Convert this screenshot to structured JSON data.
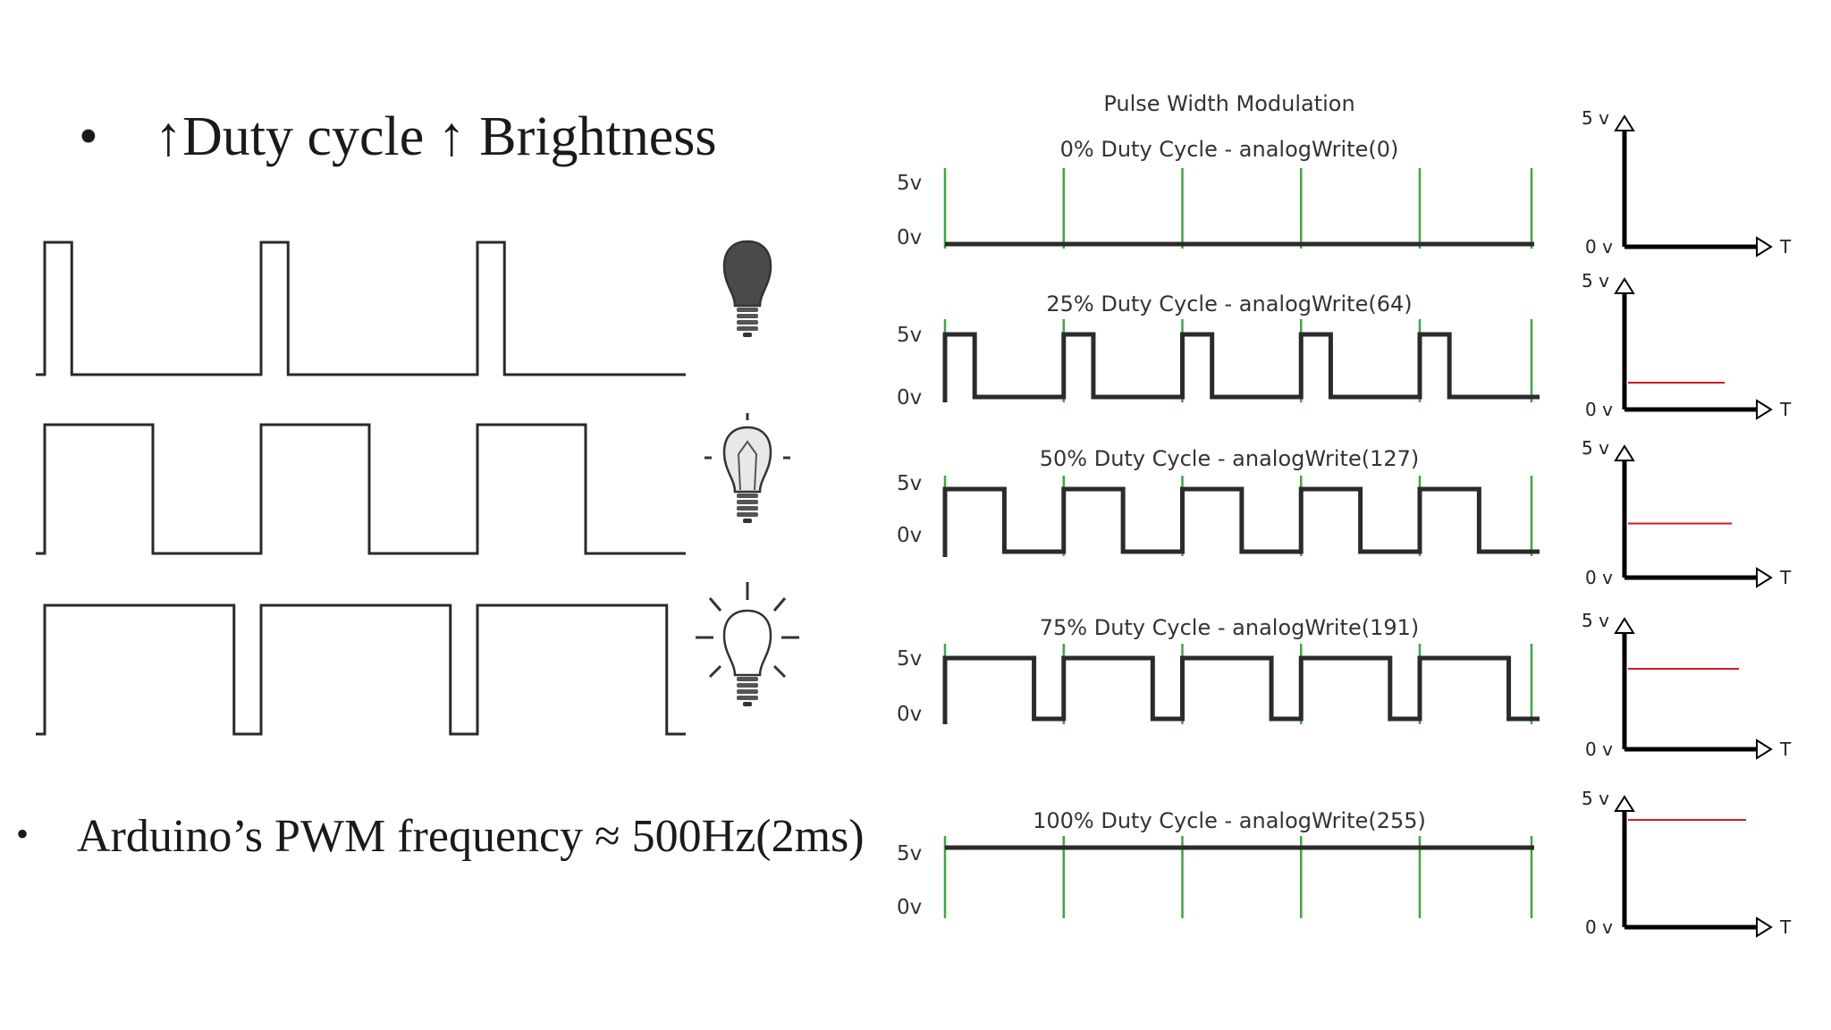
{
  "slide": {
    "bullet1": "↑Duty cycle ↑ Brightness",
    "bullet2": "Arduino’s PWM frequency ≈ 500Hz(2ms)"
  },
  "left_waveforms": {
    "rows": [
      {
        "duty": 0.125,
        "bulb": "bulb-dark-icon"
      },
      {
        "duty": 0.5,
        "bulb": "bulb-dim-icon"
      },
      {
        "duty": 0.875,
        "bulb": "bulb-bright-icon"
      }
    ],
    "periods": 3
  },
  "pwm": {
    "title": "Pulse Width Modulation",
    "high_label": "5v",
    "low_label": "0v",
    "panels": [
      {
        "title": "0% Duty Cycle - analogWrite(0)",
        "duty": 0
      },
      {
        "title": "25% Duty Cycle - analogWrite(64)",
        "duty": 0.25
      },
      {
        "title": "50% Duty Cycle - analogWrite(127)",
        "duty": 0.5
      },
      {
        "title": "75% Duty Cycle - analogWrite(191)",
        "duty": 0.75
      },
      {
        "title": "100% Duty Cycle - analogWrite(255)",
        "duty": 1
      }
    ],
    "colors": {
      "wave": "#2b2b2b",
      "marker": "#3ca83c"
    }
  },
  "average_plots": {
    "y_top_label": "5 v",
    "y_bottom_label": "0 v",
    "x_label": "T",
    "levels": [
      0,
      0.25,
      0.5,
      0.75,
      1
    ],
    "line_color": "#d41a1a"
  }
}
